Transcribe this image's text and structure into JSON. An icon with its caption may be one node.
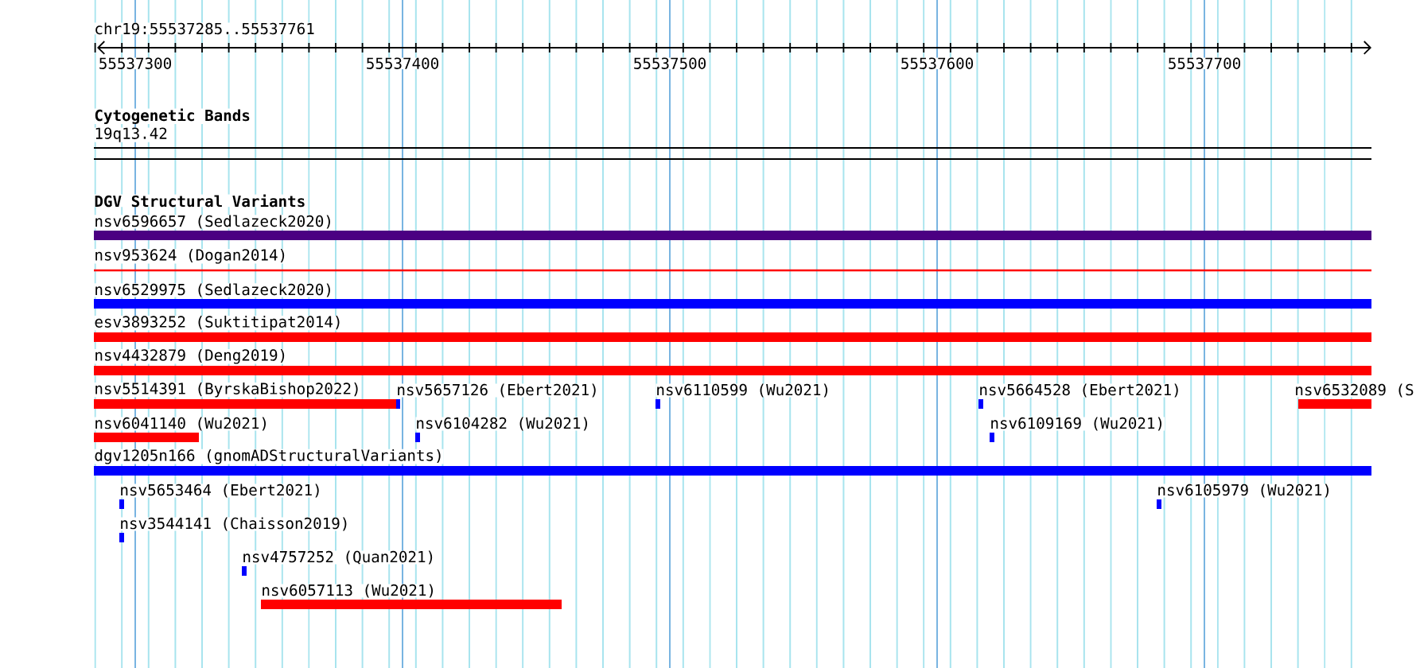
{
  "diagram": {
    "nodes": [
      {
        "text": [
          "nsv6596657 (Sedlazeck2020)"
        ]
      },
      {
        "text": [
          "nsv953624 (Dogan2014)"
        ]
      },
      {
        "text": [
          "nsv6529975 (Sedlazeck2020)"
        ]
      },
      {
        "text": [
          "esv3893252 (Suktitipat2014)"
        ]
      },
      {
        "text": [
          "nsv4432879 (Deng2019)"
        ]
      },
      {
        "text": [
          "nsv5514391 (ByrskaBishop2022)"
        ]
      },
      {
        "text": [
          "nsv5657126 (Ebert2021)"
        ]
      },
      {
        "text": [
          "nsv6110599 (Wu2021)"
        ]
      },
      {
        "text": [
          "nsv5664528 (Ebert2021)"
        ]
      },
      {
        "text": [
          "nsv6532089 (S"
        ]
      },
      {
        "text": [
          "nsv6041140 (Wu2021)"
        ]
      },
      {
        "text": [
          "nsv6104282 (Wu2021)"
        ]
      },
      {
        "text": [
          "nsv6109169 (Wu2021)"
        ]
      },
      {
        "text": [
          "dgv1205n166 (gnomADStructuralVariants)"
        ]
      },
      {
        "text": [
          "nsv5653464 (Ebert2021)"
        ]
      },
      {
        "text": [
          "nsv6105979 (Wu2021)"
        ]
      },
      {
        "text": [
          "nsv3544141 (Chaisson2019)"
        ]
      },
      {
        "text": [
          "nsv4757252 (Quan2021)"
        ]
      },
      {
        "text": [
          "nsv6057113 (Wu2021)"
        ]
      }
    ],
    "edges": [],
    "labels": [
      "chr19:55537285..55537761",
      "55537300",
      "55537400",
      "55537500",
      "55537600",
      "55537700",
      "Cytogenetic Bands",
      "19q13.42",
      "DGV Structural Variants"
    ]
  }
}
